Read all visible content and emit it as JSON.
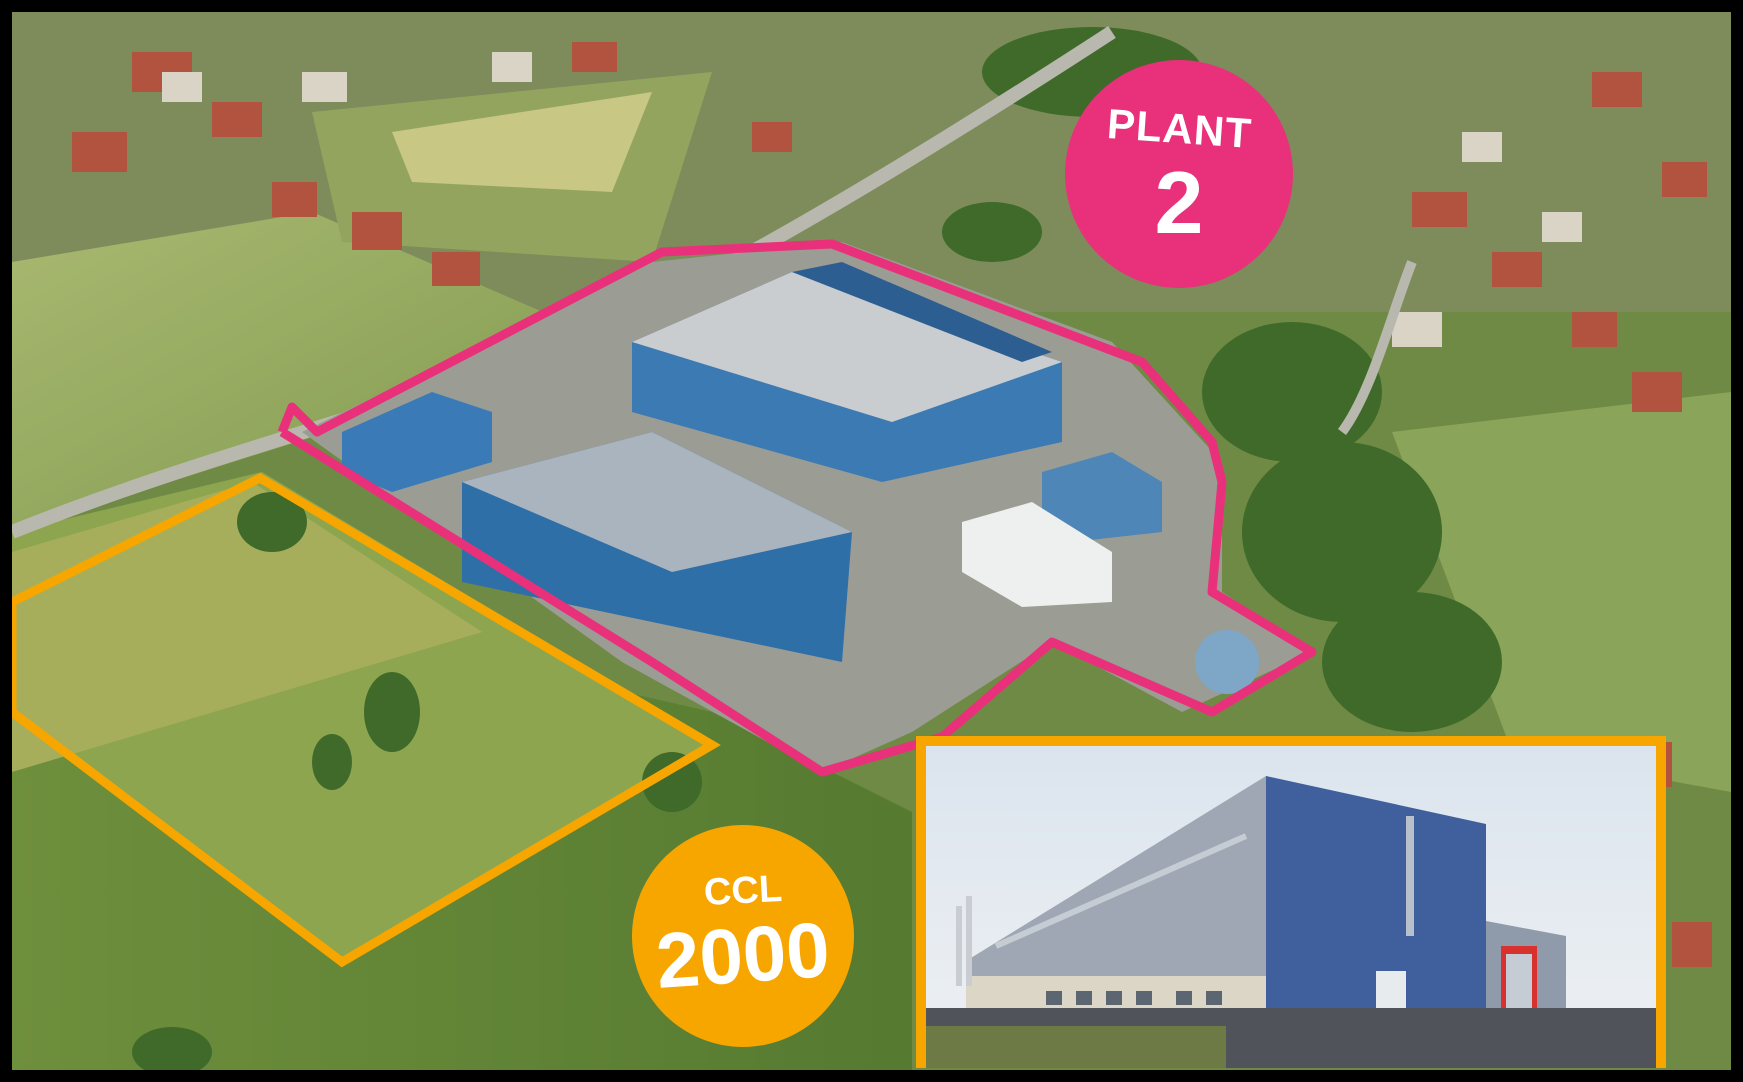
{
  "image": {
    "description_icons": [
      "aerial-plant-photo",
      "ccl-building-photo"
    ]
  },
  "badges": {
    "plant": {
      "label": "PLANT",
      "number": "2",
      "color": "#E8317A"
    },
    "ccl": {
      "label": "CCL",
      "number": "2000",
      "color": "#F7A600"
    }
  },
  "outlines": {
    "plant_color": "#E8317A",
    "ccl_color": "#F7A600"
  }
}
